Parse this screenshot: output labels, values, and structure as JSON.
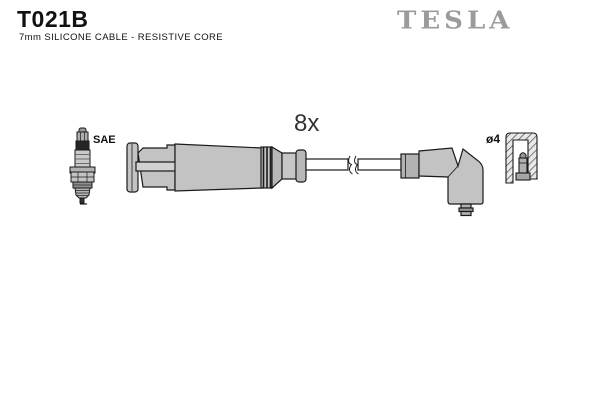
{
  "header": {
    "part_number": "T021B",
    "subtitle": "7mm SILICONE CABLE - RESISTIVE CORE",
    "brand_logo": "TESLA"
  },
  "diagram": {
    "quantity_label": "8x",
    "spark_plug_standard_label": "SAE",
    "terminal_diameter_label": "ø4"
  },
  "colors": {
    "background": "#ffffff",
    "outline": "#1a1a1a",
    "fill_gray": "#c3c3c3",
    "fill_gray_dark": "#b2b2b2",
    "insulator_dark_band": "#262626",
    "logo_gray": "#9b9b9b"
  }
}
